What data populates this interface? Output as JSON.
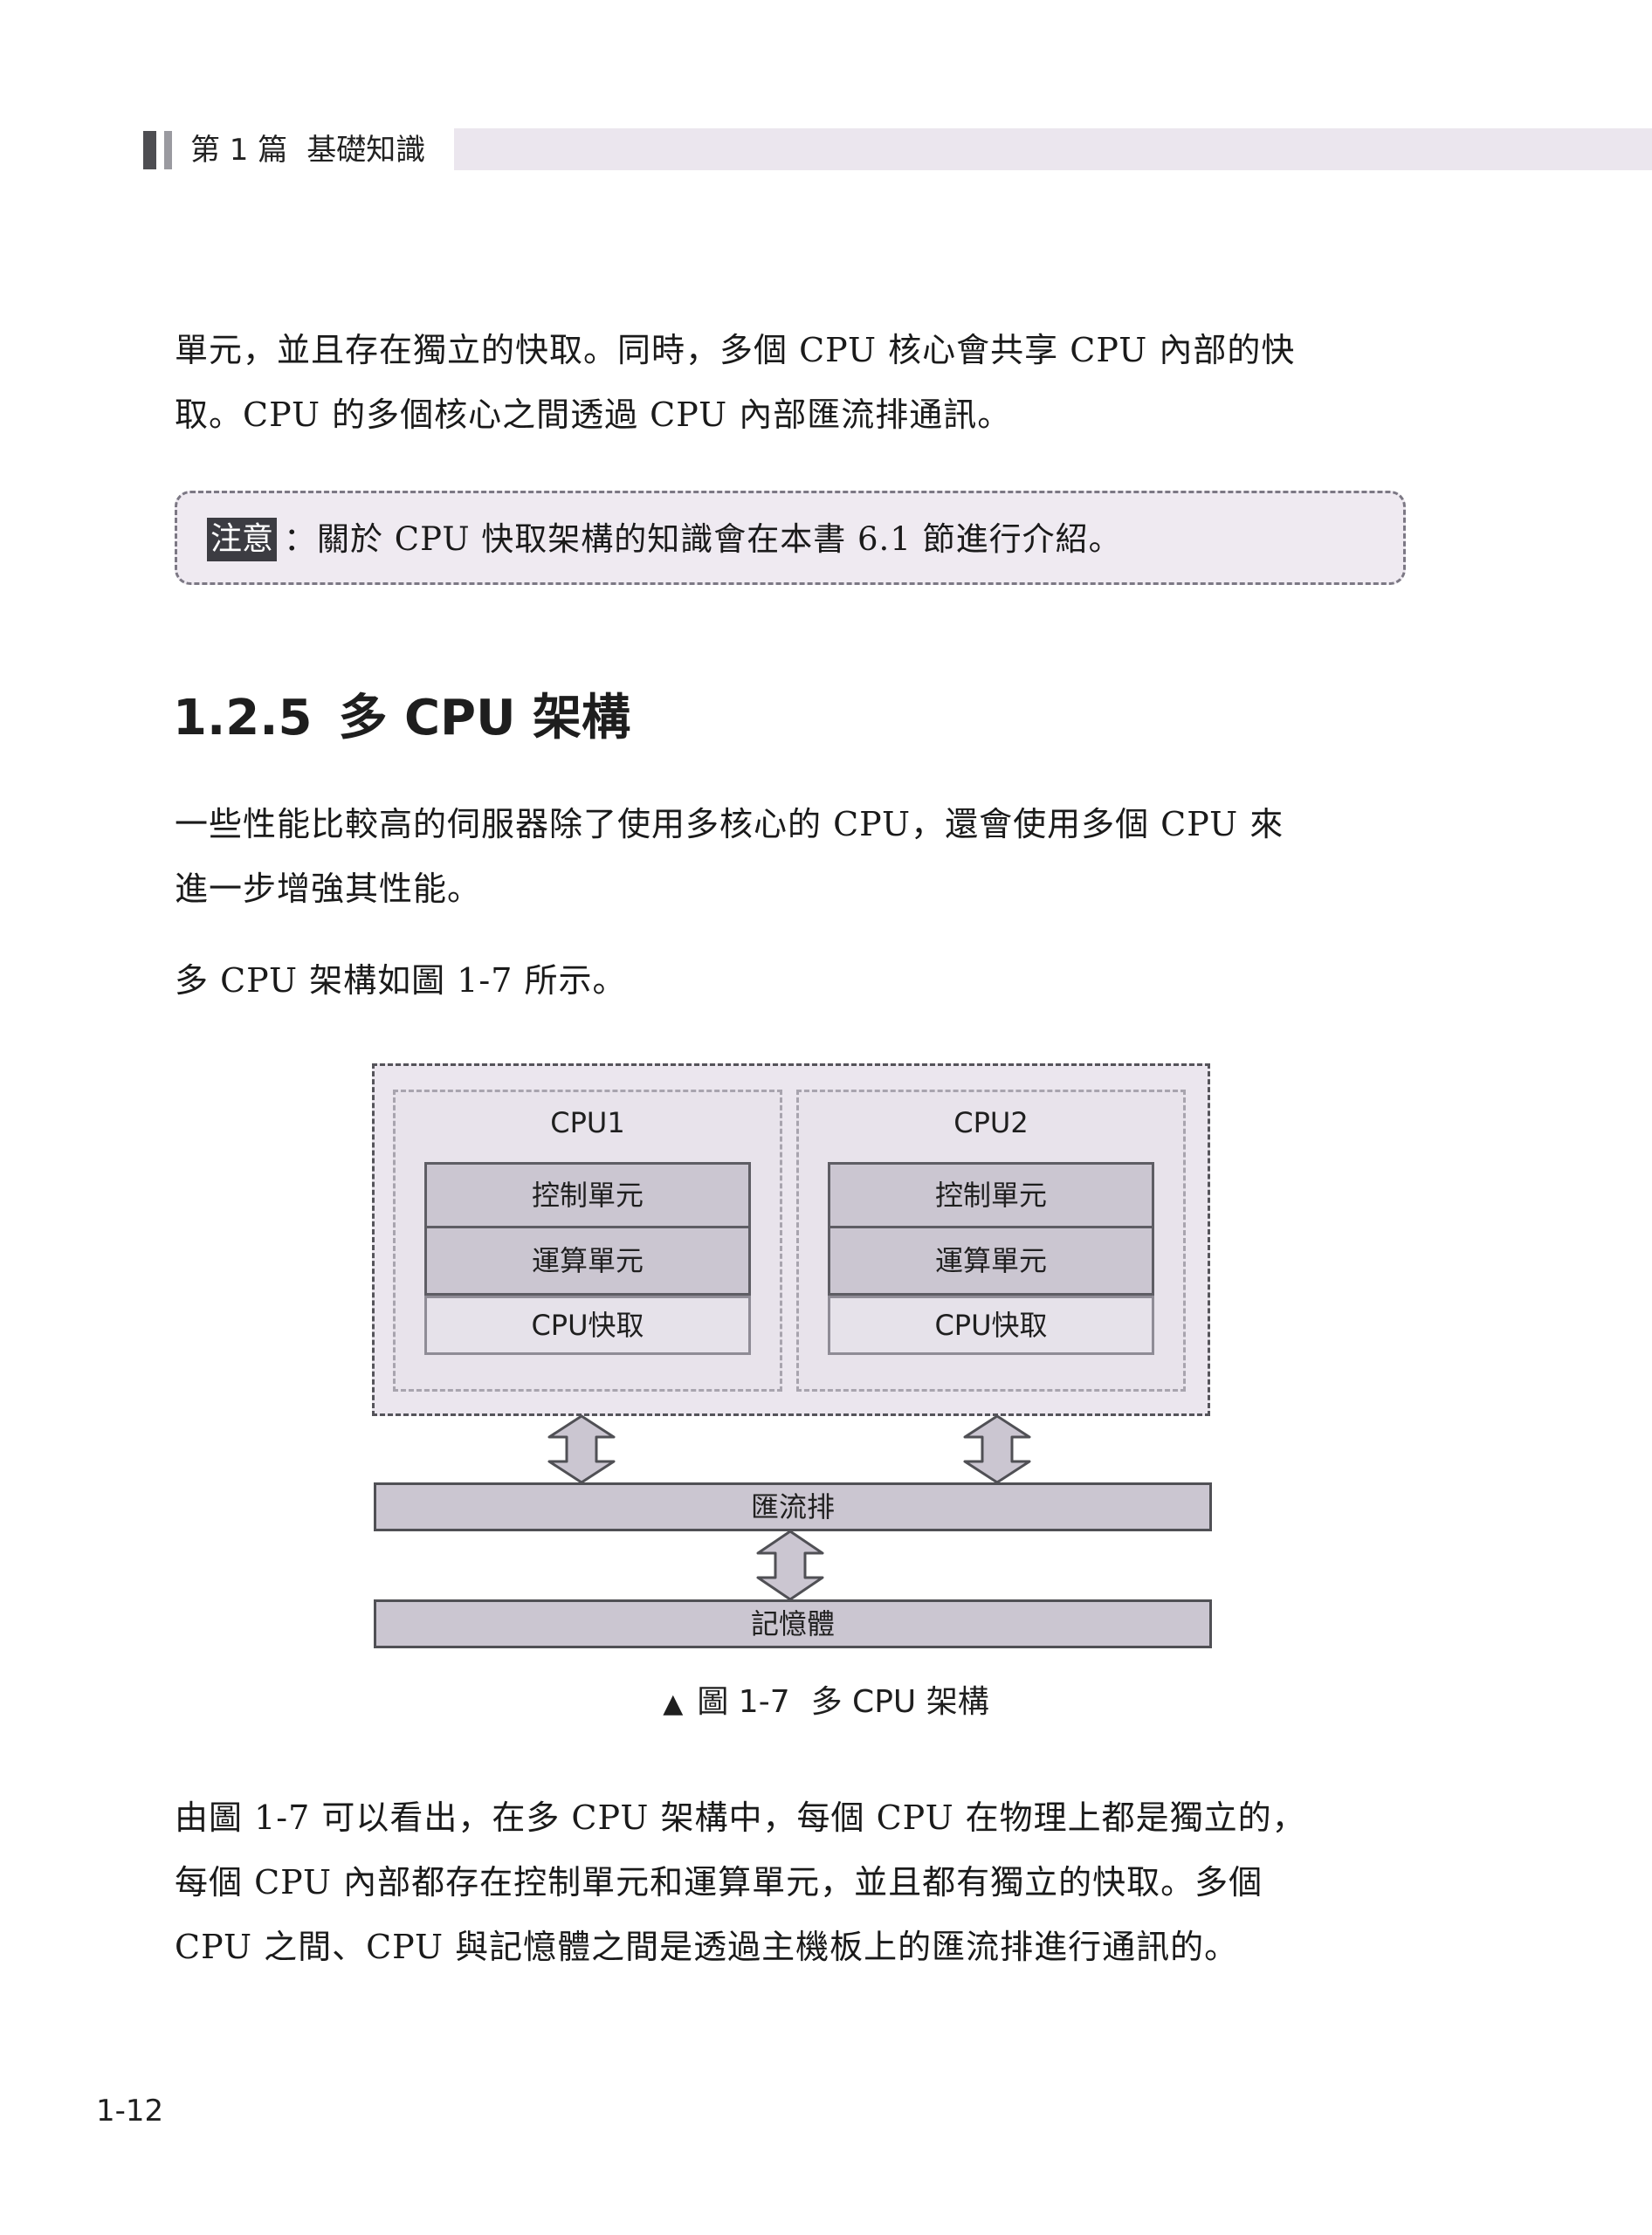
{
  "header": {
    "part": "第 1 篇",
    "part_title": "基礎知識"
  },
  "paragraphs": {
    "p1_line1": "單元，並且存在獨立的快取。同時，多個 CPU 核心會共享 CPU 內部的快",
    "p1_line2": "取。CPU 的多個核心之間透過 CPU 內部匯流排通訊。",
    "p2_line1": "一些性能比較高的伺服器除了使用多核心的 CPU，還會使用多個 CPU 來",
    "p2_line2": "進一步增強其性能。",
    "p3_line1": "多 CPU 架構如圖 1-7 所示。",
    "p4_line1": "由圖 1-7 可以看出，在多 CPU 架構中，每個 CPU 在物理上都是獨立的，",
    "p4_line2": "每個 CPU 內部都存在控制單元和運算單元，並且都有獨立的快取。多個",
    "p4_line3": "CPU 之間、CPU 與記憶體之間是透過主機板上的匯流排進行通訊的。"
  },
  "note": {
    "tag": "注意",
    "text": "：關於 CPU 快取架構的知識會在本書 6.1 節進行介紹。"
  },
  "section": {
    "number": "1.2.5",
    "title": "多 CPU 架構"
  },
  "figure": {
    "cpus": [
      {
        "label": "CPU1",
        "control": "控制單元",
        "alu": "運算單元",
        "cache": "CPU快取"
      },
      {
        "label": "CPU2",
        "control": "控制單元",
        "alu": "運算單元",
        "cache": "CPU快取"
      }
    ],
    "bus_label": "匯流排",
    "memory_label": "記憶體",
    "caption_marker": "▲",
    "caption_number": "圖 1-7",
    "caption_title": "多 CPU 架構"
  },
  "footer": {
    "page_number": "1-12"
  },
  "colors": {
    "header_band": "#ebe6ee",
    "unit_fill": "#cbc6d1",
    "cache_fill": "#e6e2ea",
    "panel_fill": "#e8e3eb",
    "note_tag_bg": "#3c3c42"
  },
  "icons": {
    "header_marker": "double-vertical-bar-icon",
    "bidirectional_arrow": "up-down-arrow-icon"
  }
}
